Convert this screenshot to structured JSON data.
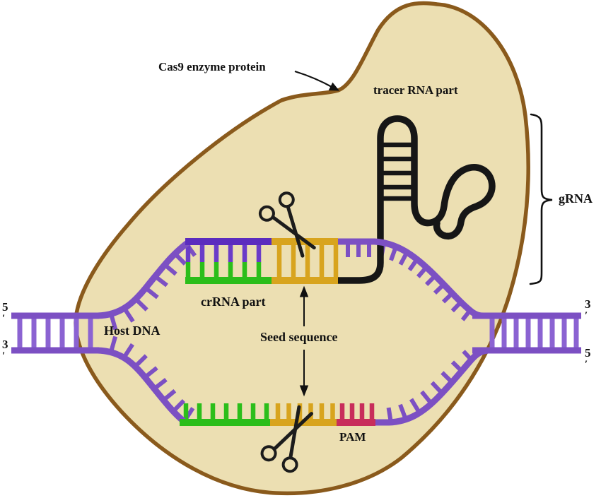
{
  "diagram": {
    "title_implicit": "CRISPR-Cas9 mechanism",
    "labels": {
      "cas9": "Cas9 enzyme protein",
      "tracer": "tracer RNA part",
      "grna": "gRNA",
      "crrna": "crRNA part",
      "host_dna": "Host DNA",
      "seed": "Seed sequence",
      "pam": "PAM"
    },
    "ends": {
      "left_top": {
        "num": "5",
        "prime": "′"
      },
      "left_bottom": {
        "num": "3",
        "prime": "′"
      },
      "right_top": {
        "num": "3",
        "prime": "′"
      },
      "right_bottom": {
        "num": "5",
        "prime": "′"
      }
    },
    "icons": {
      "scissors_top": "scissors-icon",
      "scissors_bottom": "scissors-icon"
    },
    "colors": {
      "blob_fill": "#ECDFB2",
      "blob_stroke": "#8A5A1C",
      "dna_purple": "#7C50C3",
      "dna_dark_purple": "#5B2CBE",
      "rung_light_purple": "#8B63D2",
      "crrna_green": "#2BBE1A",
      "seed_gold": "#D8A41E",
      "pam_crimson": "#C82D5B",
      "tracr_black": "#161616",
      "annotation_black": "#111111"
    }
  }
}
